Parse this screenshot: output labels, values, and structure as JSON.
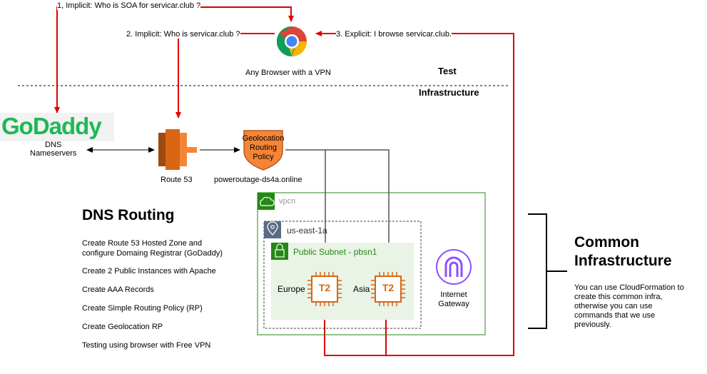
{
  "arrows": {
    "soa_query": "1, Implicit: Who is SOA for servicar.club ?",
    "who_query": "2. Implicit: Who is servicar.club ?",
    "browse": "3. Explicit: I browse servicar.club."
  },
  "browser": {
    "label": "Any Browser with a VPN"
  },
  "zones": {
    "test": "Test",
    "infra": "Infrastructure"
  },
  "godaddy": {
    "logo": "GoDaddy",
    "label_line1": "DNS",
    "label_line2": "Nameservers"
  },
  "route53": {
    "label": "Route 53"
  },
  "geo": {
    "line1": "Geolocation",
    "line2": "Routing",
    "line3": "Policy",
    "domain": "poweroutage-ds4a.online"
  },
  "vpc": {
    "label": "vpcn",
    "az": "us-east-1a",
    "subnet": "Public Subnet - pbsn1"
  },
  "instances": [
    {
      "region": "Europe",
      "type": "T2"
    },
    {
      "region": "Asia",
      "type": "T2"
    }
  ],
  "igw": {
    "line1": "Internet",
    "line2": "Gateway"
  },
  "dns_routing": {
    "title": "DNS Routing",
    "steps": [
      {
        "line1": "Create Route 53 Hosted Zone and",
        "line2": "configure Domaing Registrar (GoDaddy)"
      },
      {
        "line1": "Create 2 Public Instances with Apache",
        "line2": ""
      },
      {
        "line1": "Create AAA Records",
        "line2": ""
      },
      {
        "line1": "Create Simple Routing Policy (RP)",
        "line2": ""
      },
      {
        "line1": "Create Geolocation RP",
        "line2": ""
      },
      {
        "line1": "Testing using browser with Free VPN",
        "line2": ""
      }
    ]
  },
  "common": {
    "title_line1": "Common",
    "title_line2": "Infrastructure",
    "desc": [
      "You can use CloudFormation to",
      "create this common infra,",
      "otherwise you can use",
      "commands that we use",
      "previously."
    ]
  },
  "colors": {
    "red": "#e00000",
    "orange": "#d86613",
    "green": "#248814",
    "subnet_bg": "#e9f3e6",
    "vpc_border": "#248814",
    "igw": "#8c4fff",
    "godaddy": "#1db954"
  }
}
